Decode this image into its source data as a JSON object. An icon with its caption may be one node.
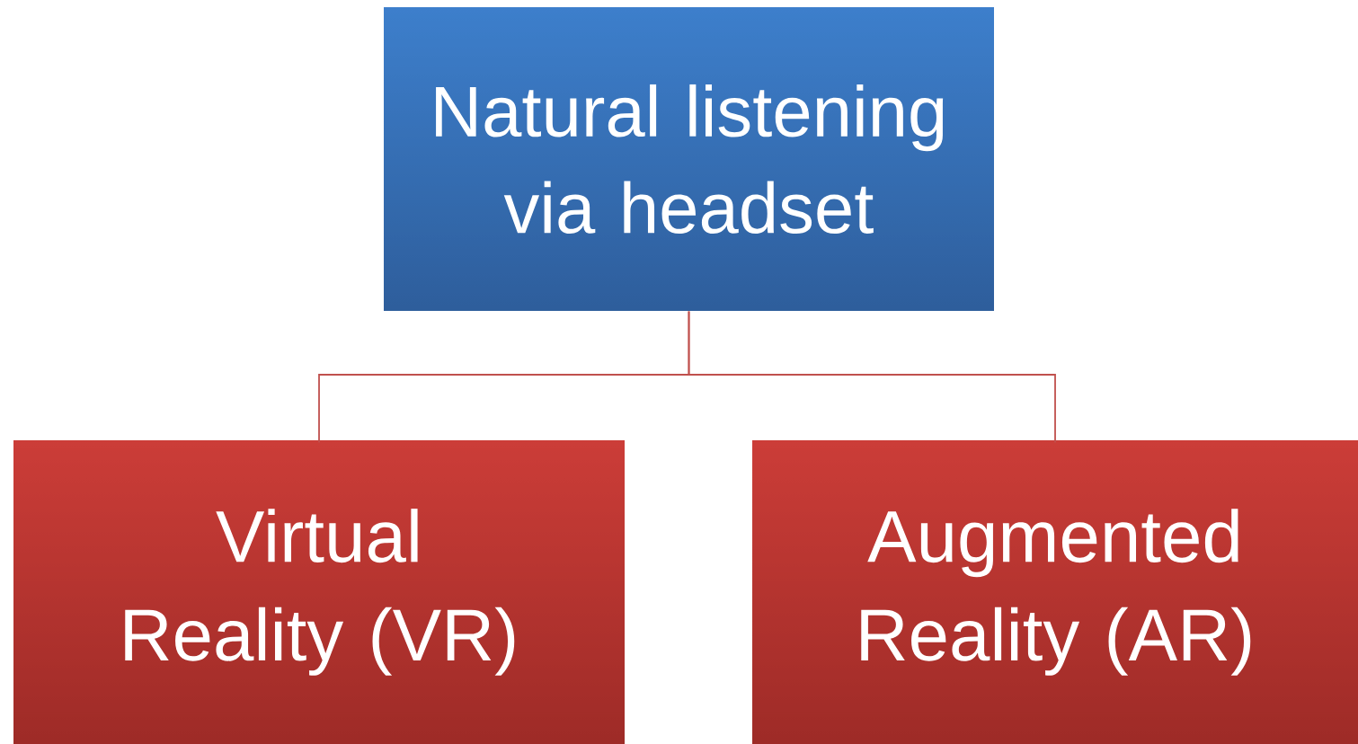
{
  "diagram": {
    "nodes": [
      {
        "text": [
          "Natural listening via headset"
        ]
      },
      {
        "text": [
          "Virtual Reality (VR)"
        ]
      },
      {
        "text": [
          "Augmented Reality (AR)"
        ]
      }
    ],
    "edges": [
      {
        "from": 0,
        "to": 1,
        "arrow": "none"
      },
      {
        "from": 0,
        "to": 2,
        "arrow": "none"
      }
    ]
  }
}
